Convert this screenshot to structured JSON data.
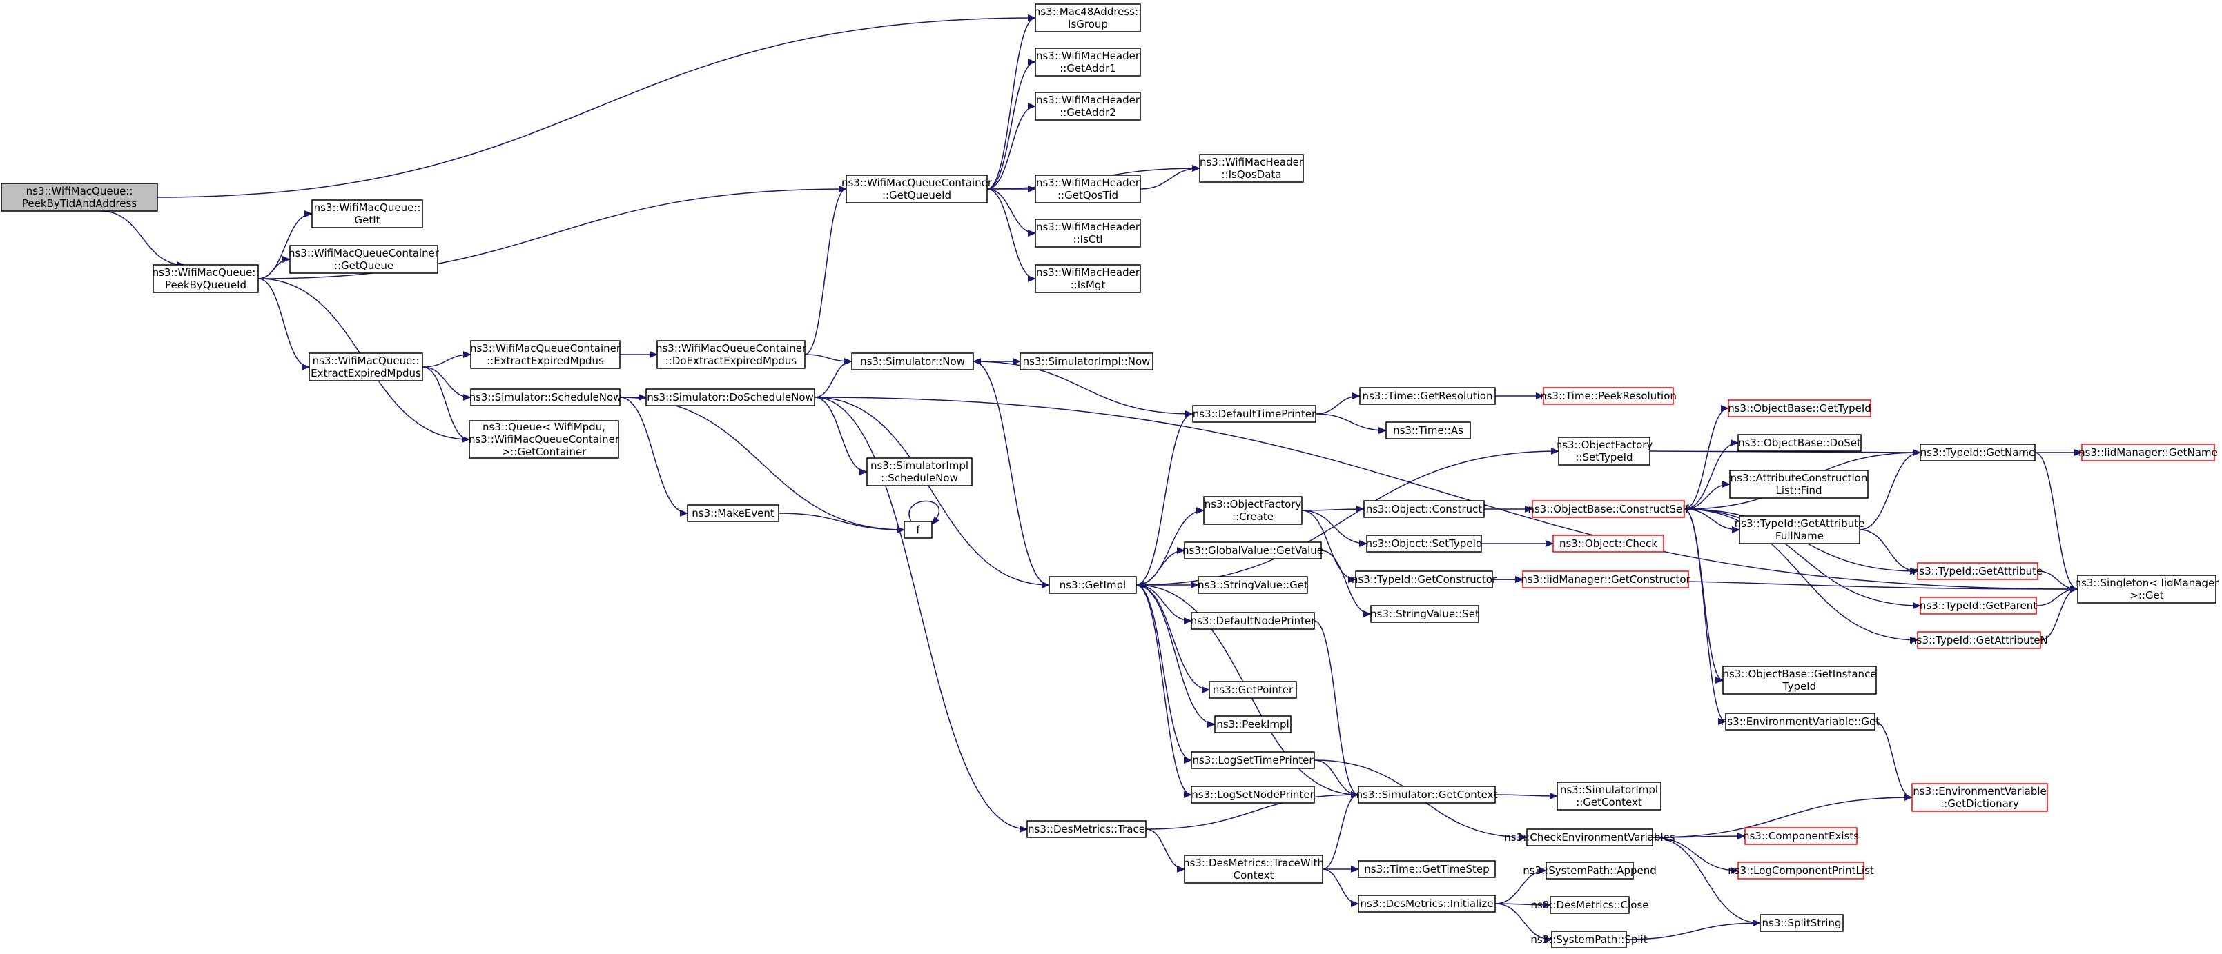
{
  "colors": {
    "edge": "#191970",
    "normal_border": "#000000",
    "truncated_border": "#ff0000",
    "root_fill": "#bfbfbf",
    "node_fill": "#ffffff"
  },
  "nodes": [
    {
      "id": "n0",
      "lines": [
        "ns3::WifiMacQueue::",
        "PeekByTidAndAddress"
      ],
      "style": "root"
    },
    {
      "id": "n1",
      "lines": [
        "ns3::WifiMacQueue::",
        "PeekByQueueId"
      ]
    },
    {
      "id": "n2",
      "lines": [
        "ns3::Mac48Address::",
        "IsGroup"
      ]
    },
    {
      "id": "n3",
      "lines": [
        "ns3::WifiMacQueue::",
        "GetIt"
      ]
    },
    {
      "id": "n4",
      "lines": [
        "ns3::WifiMacQueueContainer",
        "::GetQueue"
      ]
    },
    {
      "id": "n5",
      "lines": [
        "ns3::WifiMacQueue::",
        "ExtractExpiredMpdus"
      ]
    },
    {
      "id": "n6",
      "lines": [
        "ns3::Queue< WifiMpdu,",
        "ns3::WifiMacQueueContainer",
        ">::GetContainer"
      ]
    },
    {
      "id": "n7",
      "lines": [
        "ns3::WifiMacQueueContainer",
        "::GetQueueId"
      ]
    },
    {
      "id": "n8",
      "lines": [
        "ns3::WifiMacHeader",
        "::GetAddr1"
      ]
    },
    {
      "id": "n9",
      "lines": [
        "ns3::WifiMacHeader",
        "::GetAddr2"
      ]
    },
    {
      "id": "n10",
      "lines": [
        "ns3::WifiMacHeader",
        "::GetQosTid"
      ]
    },
    {
      "id": "n11",
      "lines": [
        "ns3::WifiMacHeader",
        "::IsQosData"
      ]
    },
    {
      "id": "n12",
      "lines": [
        "ns3::WifiMacHeader",
        "::IsCtl"
      ]
    },
    {
      "id": "n13",
      "lines": [
        "ns3::WifiMacHeader",
        "::IsMgt"
      ]
    },
    {
      "id": "n14",
      "lines": [
        "ns3::WifiMacQueueContainer",
        "::ExtractExpiredMpdus"
      ]
    },
    {
      "id": "n15",
      "lines": [
        "ns3::Simulator::ScheduleNow"
      ]
    },
    {
      "id": "n16",
      "lines": [
        "ns3::WifiMacQueueContainer",
        "::DoExtractExpiredMpdus"
      ]
    },
    {
      "id": "n17",
      "lines": [
        "ns3::Simulator::DoScheduleNow"
      ]
    },
    {
      "id": "n18",
      "lines": [
        "ns3::MakeEvent"
      ]
    },
    {
      "id": "n19",
      "lines": [
        "f"
      ]
    },
    {
      "id": "n20",
      "lines": [
        "ns3::Simulator::Now"
      ]
    },
    {
      "id": "n21",
      "lines": [
        "ns3::SimulatorImpl::Now"
      ]
    },
    {
      "id": "n22",
      "lines": [
        "ns3::SimulatorImpl",
        "::ScheduleNow"
      ]
    },
    {
      "id": "n23",
      "lines": [
        "ns3::GetImpl"
      ]
    },
    {
      "id": "n24",
      "lines": [
        "ns3::DesMetrics::Trace"
      ]
    },
    {
      "id": "n25",
      "lines": [
        "ns3::DefaultTimePrinter"
      ]
    },
    {
      "id": "n26",
      "lines": [
        "ns3::ObjectFactory",
        "::Create"
      ]
    },
    {
      "id": "n27",
      "lines": [
        "ns3::GlobalValue::GetValue"
      ]
    },
    {
      "id": "n28",
      "lines": [
        "ns3::StringValue::Get"
      ]
    },
    {
      "id": "n29",
      "lines": [
        "ns3::DefaultNodePrinter"
      ]
    },
    {
      "id": "n30",
      "lines": [
        "ns3::GetPointer"
      ]
    },
    {
      "id": "n31",
      "lines": [
        "ns3::PeekImpl"
      ]
    },
    {
      "id": "n32",
      "lines": [
        "ns3::LogSetTimePrinter"
      ]
    },
    {
      "id": "n33",
      "lines": [
        "ns3::LogSetNodePrinter"
      ]
    },
    {
      "id": "n34",
      "lines": [
        "ns3::DesMetrics::TraceWith",
        "Context"
      ]
    },
    {
      "id": "n35",
      "lines": [
        "ns3::Time::GetResolution"
      ]
    },
    {
      "id": "n36",
      "lines": [
        "ns3::Time::As"
      ]
    },
    {
      "id": "n37",
      "lines": [
        "ns3::Time::PeekResolution"
      ],
      "style": "truncated"
    },
    {
      "id": "n38",
      "lines": [
        "ns3::Object::Construct"
      ]
    },
    {
      "id": "n39",
      "lines": [
        "ns3::Object::SetTypeId"
      ]
    },
    {
      "id": "n40",
      "lines": [
        "ns3::TypeId::GetConstructor"
      ]
    },
    {
      "id": "n41",
      "lines": [
        "ns3::StringValue::Set"
      ]
    },
    {
      "id": "n42",
      "lines": [
        "ns3::Simulator::GetContext"
      ]
    },
    {
      "id": "n43",
      "lines": [
        "ns3::Time::GetTimeStep"
      ]
    },
    {
      "id": "n44",
      "lines": [
        "ns3::DesMetrics::Initialize"
      ]
    },
    {
      "id": "n45",
      "lines": [
        "ns3::ObjectFactory",
        "::SetTypeId"
      ]
    },
    {
      "id": "n46",
      "lines": [
        "ns3::ObjectBase::ConstructSelf"
      ],
      "style": "truncated"
    },
    {
      "id": "n47",
      "lines": [
        "ns3::Object::Check"
      ],
      "style": "truncated"
    },
    {
      "id": "n48",
      "lines": [
        "ns3::IidManager::GetConstructor"
      ],
      "style": "truncated"
    },
    {
      "id": "n49",
      "lines": [
        "ns3::SimulatorImpl",
        "::GetContext"
      ]
    },
    {
      "id": "n50",
      "lines": [
        "ns3::CheckEnvironmentVariables"
      ]
    },
    {
      "id": "n51",
      "lines": [
        "ns3::SystemPath::Append"
      ]
    },
    {
      "id": "n52",
      "lines": [
        "ns3::DesMetrics::Close"
      ]
    },
    {
      "id": "n53",
      "lines": [
        "ns3::SystemPath::Split"
      ]
    },
    {
      "id": "n54",
      "lines": [
        "ns3::ObjectBase::GetTypeId"
      ],
      "style": "truncated"
    },
    {
      "id": "n55",
      "lines": [
        "ns3::ObjectBase::DoSet"
      ]
    },
    {
      "id": "n56",
      "lines": [
        "ns3::AttributeConstruction",
        "List::Find"
      ]
    },
    {
      "id": "n57",
      "lines": [
        "ns3::TypeId::GetAttribute",
        "FullName"
      ]
    },
    {
      "id": "n58",
      "lines": [
        "ns3::ObjectBase::GetInstance",
        "TypeId"
      ]
    },
    {
      "id": "n59",
      "lines": [
        "ns3::EnvironmentVariable::Get"
      ]
    },
    {
      "id": "n60",
      "lines": [
        "ns3::ComponentExists"
      ],
      "style": "truncated"
    },
    {
      "id": "n61",
      "lines": [
        "ns3::LogComponentPrintList"
      ],
      "style": "truncated"
    },
    {
      "id": "n62",
      "lines": [
        "ns3::SplitString"
      ]
    },
    {
      "id": "n63",
      "lines": [
        "ns3::TypeId::GetName"
      ]
    },
    {
      "id": "n64",
      "lines": [
        "ns3::TypeId::GetAttribute"
      ],
      "style": "truncated"
    },
    {
      "id": "n65",
      "lines": [
        "ns3::TypeId::GetParent"
      ],
      "style": "truncated"
    },
    {
      "id": "n66",
      "lines": [
        "ns3::TypeId::GetAttributeN"
      ],
      "style": "truncated"
    },
    {
      "id": "n67",
      "lines": [
        "ns3::EnvironmentVariable",
        "::GetDictionary"
      ],
      "style": "truncated"
    },
    {
      "id": "n68",
      "lines": [
        "ns3::IidManager::GetName"
      ],
      "style": "truncated"
    },
    {
      "id": "n69",
      "lines": [
        "ns3::Singleton< IidManager",
        ">::Get"
      ]
    }
  ],
  "edges": [
    [
      "n0",
      "n2"
    ],
    [
      "n0",
      "n1"
    ],
    [
      "n1",
      "n3"
    ],
    [
      "n1",
      "n4"
    ],
    [
      "n1",
      "n7"
    ],
    [
      "n1",
      "n5"
    ],
    [
      "n1",
      "n6"
    ],
    [
      "n5",
      "n14"
    ],
    [
      "n5",
      "n15"
    ],
    [
      "n5",
      "n6"
    ],
    [
      "n7",
      "n2"
    ],
    [
      "n7",
      "n8"
    ],
    [
      "n7",
      "n9"
    ],
    [
      "n7",
      "n10"
    ],
    [
      "n7",
      "n11"
    ],
    [
      "n7",
      "n12"
    ],
    [
      "n7",
      "n13"
    ],
    [
      "n10",
      "n11"
    ],
    [
      "n14",
      "n16"
    ],
    [
      "n16",
      "n7"
    ],
    [
      "n16",
      "n20"
    ],
    [
      "n15",
      "n17"
    ],
    [
      "n15",
      "n18"
    ],
    [
      "n15",
      "n19"
    ],
    [
      "n18",
      "n19"
    ],
    [
      "n19",
      "n19"
    ],
    [
      "n17",
      "n20"
    ],
    [
      "n17",
      "n22"
    ],
    [
      "n17",
      "n23"
    ],
    [
      "n17",
      "n24"
    ],
    [
      "n17",
      "n69"
    ],
    [
      "n20",
      "n21"
    ],
    [
      "n20",
      "n23"
    ],
    [
      "n23",
      "n25"
    ],
    [
      "n23",
      "n45"
    ],
    [
      "n23",
      "n26"
    ],
    [
      "n23",
      "n27"
    ],
    [
      "n23",
      "n28"
    ],
    [
      "n23",
      "n29"
    ],
    [
      "n23",
      "n30"
    ],
    [
      "n23",
      "n31"
    ],
    [
      "n23",
      "n32"
    ],
    [
      "n23",
      "n33"
    ],
    [
      "n25",
      "n20"
    ],
    [
      "n25",
      "n35"
    ],
    [
      "n25",
      "n36"
    ],
    [
      "n35",
      "n37"
    ],
    [
      "n45",
      "n63"
    ],
    [
      "n26",
      "n38"
    ],
    [
      "n26",
      "n39"
    ],
    [
      "n26",
      "n40"
    ],
    [
      "n27",
      "n41"
    ],
    [
      "n38",
      "n46"
    ],
    [
      "n39",
      "n47"
    ],
    [
      "n40",
      "n48"
    ],
    [
      "n40",
      "n69"
    ],
    [
      "n29",
      "n42"
    ],
    [
      "n32",
      "n42"
    ],
    [
      "n42",
      "n49"
    ],
    [
      "n42",
      "n23"
    ],
    [
      "n32",
      "n50"
    ],
    [
      "n24",
      "n42"
    ],
    [
      "n24",
      "n34"
    ],
    [
      "n34",
      "n42"
    ],
    [
      "n34",
      "n43"
    ],
    [
      "n34",
      "n44"
    ],
    [
      "n44",
      "n51"
    ],
    [
      "n44",
      "n52"
    ],
    [
      "n44",
      "n53"
    ],
    [
      "n53",
      "n62"
    ],
    [
      "n50",
      "n60"
    ],
    [
      "n50",
      "n61"
    ],
    [
      "n50",
      "n62"
    ],
    [
      "n50",
      "n67"
    ],
    [
      "n46",
      "n54"
    ],
    [
      "n46",
      "n55"
    ],
    [
      "n46",
      "n56"
    ],
    [
      "n46",
      "n57"
    ],
    [
      "n46",
      "n58"
    ],
    [
      "n46",
      "n59"
    ],
    [
      "n46",
      "n63"
    ],
    [
      "n46",
      "n64"
    ],
    [
      "n46",
      "n65"
    ],
    [
      "n46",
      "n66"
    ],
    [
      "n57",
      "n63"
    ],
    [
      "n57",
      "n64"
    ],
    [
      "n59",
      "n67"
    ],
    [
      "n63",
      "n68"
    ],
    [
      "n63",
      "n69"
    ],
    [
      "n64",
      "n69"
    ],
    [
      "n65",
      "n69"
    ],
    [
      "n66",
      "n69"
    ]
  ]
}
